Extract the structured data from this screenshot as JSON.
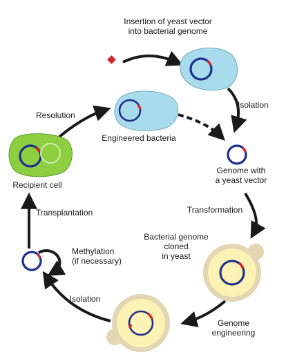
{
  "diagram": {
    "labels": {
      "insertion": "Insertion of yeast vector\ninto bacterial genome",
      "isolation_top": "Isolation",
      "genome_vector": "Genome with\na yeast vector",
      "transformation": "Transformation",
      "cloned": "Bacterial genome\ncloned\nin yeast",
      "engineering": "Genome\nengineering",
      "isolation_bottom": "Isolation",
      "methylation": "Methylation\n(if necessary)",
      "transplantation": "Transplantation",
      "recipient": "Recipient cell",
      "resolution": "Resolution",
      "engineered": "Engineered bacteria"
    },
    "colors": {
      "bacteria_fill": "#a8dcec",
      "recipient_fill": "#8ecf42",
      "yeast_outer": "#e3d6b3",
      "yeast_inner": "#fbf2b4",
      "genome_ring": "#1f2f8c",
      "vector_mark": "#d7262e",
      "arrow": "#1a1a1a"
    }
  }
}
